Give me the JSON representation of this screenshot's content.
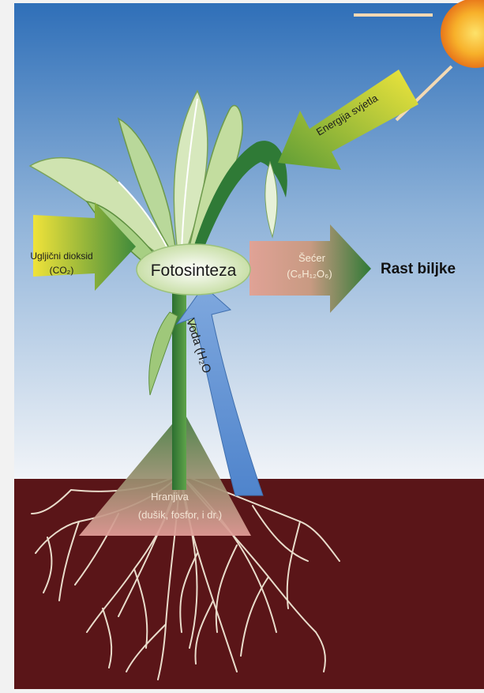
{
  "labels": {
    "light_energy": "Energija svjetla",
    "co2_name": "Ugljični dioksid",
    "co2_formula": "(CO₂)",
    "photosynthesis": "Fotosinteza",
    "sugar_name": "Šećer",
    "sugar_formula": "(C₆H₁₂O₆)",
    "growth": "Rast biljke",
    "water": "Voda (H₂O",
    "nutrients_name": "Hranjiva",
    "nutrients_detail": "(dušik, fosfor, i dr.)"
  },
  "colors": {
    "sky_top": "#2f6fb8",
    "sky_bottom": "#eef3f8",
    "soil": "#5a1518",
    "sun": "#f6a21e",
    "leaf_light": "#cfe3b0",
    "leaf_dark": "#2f7a36",
    "arrow_yellow": "#e8dc3a",
    "arrow_green": "#4e8e3a",
    "arrow_pink": "#d99a8e",
    "arrow_blue": "#5b8fd0",
    "roots": "#e9dccb"
  }
}
